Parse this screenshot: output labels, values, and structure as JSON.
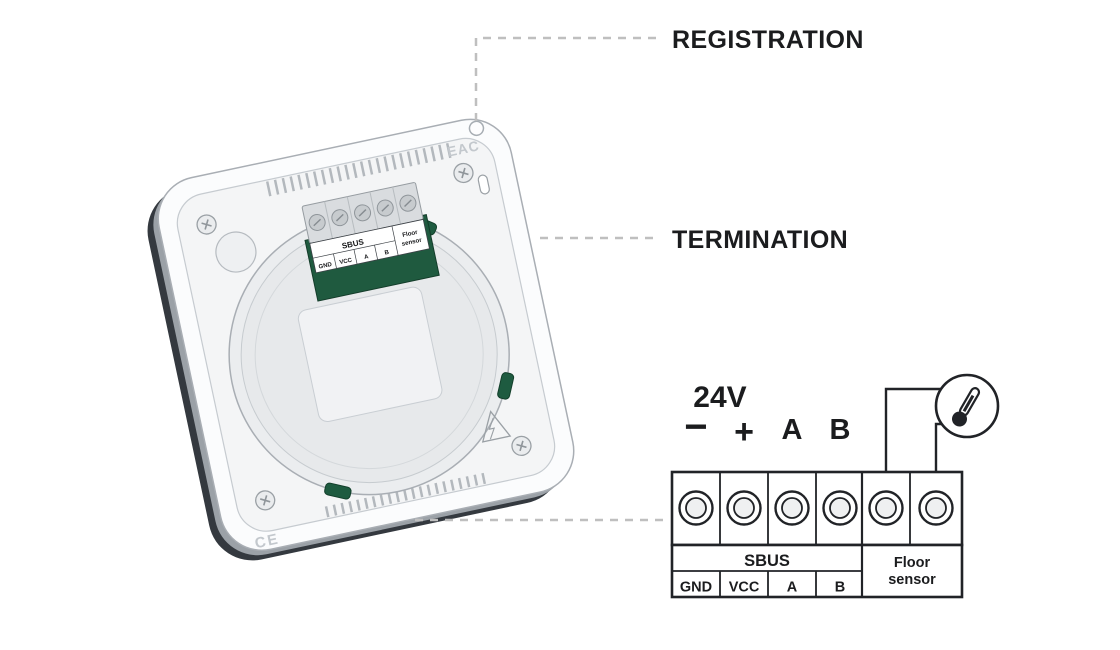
{
  "callouts": {
    "registration_label": "REGISTRATION",
    "termination_label": "TERMINATION"
  },
  "device": {
    "terminal_strip": {
      "sbus_label": "SBUS",
      "pins": [
        "GND",
        "VCC",
        "A",
        "B"
      ],
      "floor_line1": "Floor",
      "floor_line2": "sensor"
    },
    "marks": {
      "eac": "EAC",
      "ce": "CE"
    }
  },
  "wiring": {
    "voltage_label": "24V",
    "minus_label": "−",
    "plus_label": "+",
    "a_label": "A",
    "b_label": "B",
    "table": {
      "sbus_label": "SBUS",
      "pins": [
        "GND",
        "VCC",
        "A",
        "B"
      ],
      "floor_line1": "Floor",
      "floor_line2": "sensor"
    }
  },
  "colors": {
    "text": "#1b1c1e",
    "diagram_line": "#212327",
    "dashed_line": "#bfbfbf",
    "device_stroke": "#a9aeb4",
    "pcb_green": "#1f5a3f"
  }
}
